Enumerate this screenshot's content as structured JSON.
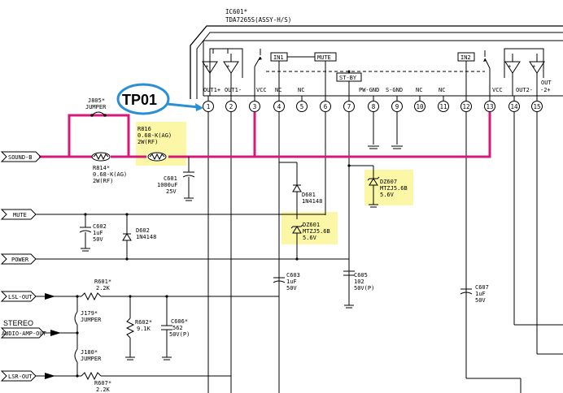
{
  "ic": {
    "ref": "IC601*",
    "part": "TDA7265S(ASSY-H/S)",
    "blocks": {
      "in1": "IN1",
      "mute": "MUTE",
      "in2": "IN2",
      "stby": "ST-BY"
    },
    "pins": [
      {
        "num": "1",
        "name": "OUT1+"
      },
      {
        "num": "2",
        "name": "OUT1-"
      },
      {
        "num": "3",
        "name": "VCC"
      },
      {
        "num": "4",
        "name": "NC"
      },
      {
        "num": "5",
        "name": "NC"
      },
      {
        "num": "6",
        "name": "MUTE"
      },
      {
        "num": "7",
        "name": "ST-BY"
      },
      {
        "num": "8",
        "name": "PW-GND"
      },
      {
        "num": "9",
        "name": "S-GND"
      },
      {
        "num": "10",
        "name": "NC"
      },
      {
        "num": "11",
        "name": "NC"
      },
      {
        "num": "12",
        "name": "IN2"
      },
      {
        "num": "13",
        "name": "VCC"
      },
      {
        "num": "14",
        "name": "OUT2-"
      },
      {
        "num": "15",
        "name": "OUT2+"
      }
    ],
    "pin_labels_top": [
      "OUT1+",
      "OUT1-",
      "VCC",
      "NC",
      "NC",
      "",
      "",
      "PW-GND",
      "S-GND",
      "NC",
      "NC",
      "",
      "VCC",
      "OUT2-"
    ],
    "pin15_label": [
      "OUT",
      "-2+"
    ]
  },
  "callout": {
    "text": "TP01",
    "color": "#2a8fd6"
  },
  "connectors": {
    "sound_b": "SOUND-B",
    "mute": "MUTE",
    "power": "POWER",
    "lsl_out": "LSL-OUT",
    "lsr_out": "LSR-OUT",
    "stereo": "STEREO",
    "audio_amp_out": "AUDIO-AMP-OUT"
  },
  "parts": {
    "j805": [
      "J805*",
      "JUMPER"
    ],
    "r816": [
      "R816",
      "0.68-K(AG)",
      "2W(RF)"
    ],
    "r814": [
      "R814*",
      "0.68-K(AG)",
      "2W(RF)"
    ],
    "c601": [
      "C601",
      "1000uF",
      "25V"
    ],
    "c602": [
      "C602",
      "1uF",
      "50V"
    ],
    "d602": [
      "D602",
      "1N4148"
    ],
    "d601": [
      "D601",
      "1N4148"
    ],
    "dz601": [
      "DZ601",
      "MTZJ5.6B",
      "5.6V"
    ],
    "dz607": [
      "DZ607",
      "MTZJ5.6B",
      "5.6V"
    ],
    "c603": [
      "C603",
      "1uF",
      "50V"
    ],
    "c605": [
      "C605",
      "102",
      "50V(P)"
    ],
    "c607": [
      "C607",
      "1uF",
      "50V"
    ],
    "r601": [
      "R601*",
      "2.2K"
    ],
    "j179": [
      "J179*",
      "JUMPER"
    ],
    "j180": [
      "J180*",
      "JUMPER"
    ],
    "r602": [
      "R602*",
      "9.1K"
    ],
    "c606": [
      "C606*",
      "562",
      "50V(P)"
    ],
    "r607": [
      "R607*",
      "2.2K"
    ]
  },
  "colors": {
    "highlight_wire": "#d6187a",
    "highlight_box": "#fbf7a6",
    "callout_outline": "#2a8fd6"
  }
}
